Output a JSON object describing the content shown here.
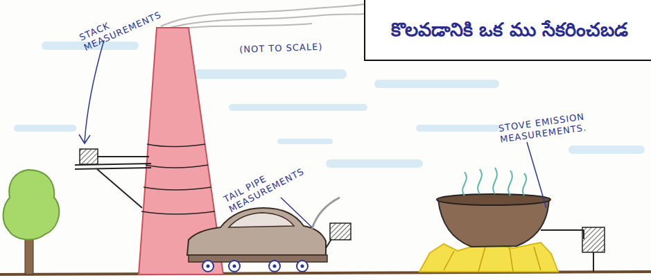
{
  "diagram": {
    "nodes": [
      {
        "text": [
          "కొలవడానికి ఒక ము సేకరించబడ"
        ]
      }
    ],
    "labels": [
      "STACK MEASUREMENTS",
      "(NOT TO SCALE)",
      "TAIL PIPE MEASUREMENTS",
      "STOVE EMISSION MEASUREMENTS."
    ]
  }
}
